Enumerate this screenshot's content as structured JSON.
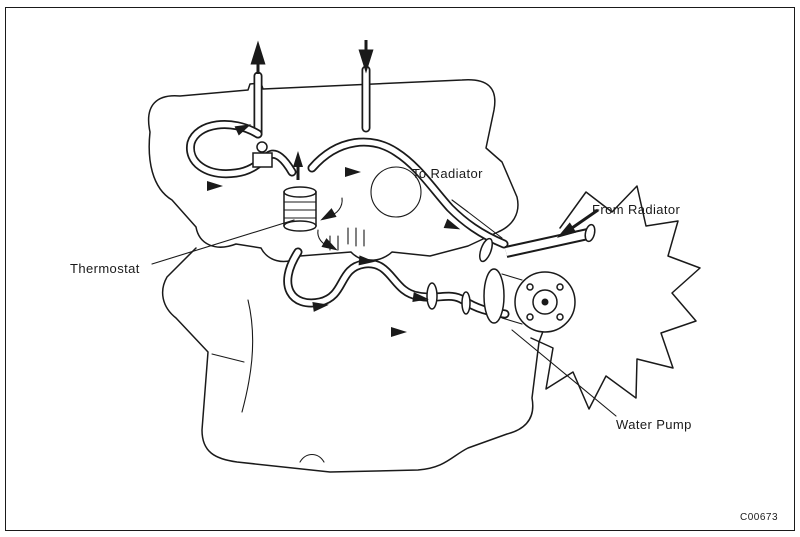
{
  "figure": {
    "type": "engine cooling system flow diagram",
    "labels": {
      "to_radiator": "To Radiator",
      "from_radiator": "From Radiator",
      "thermostat": "Thermostat",
      "water_pump": "Water Pump"
    },
    "figure_number": "C00673",
    "colors": {
      "ink": "#1a1a1a",
      "paper": "#ffffff"
    }
  }
}
